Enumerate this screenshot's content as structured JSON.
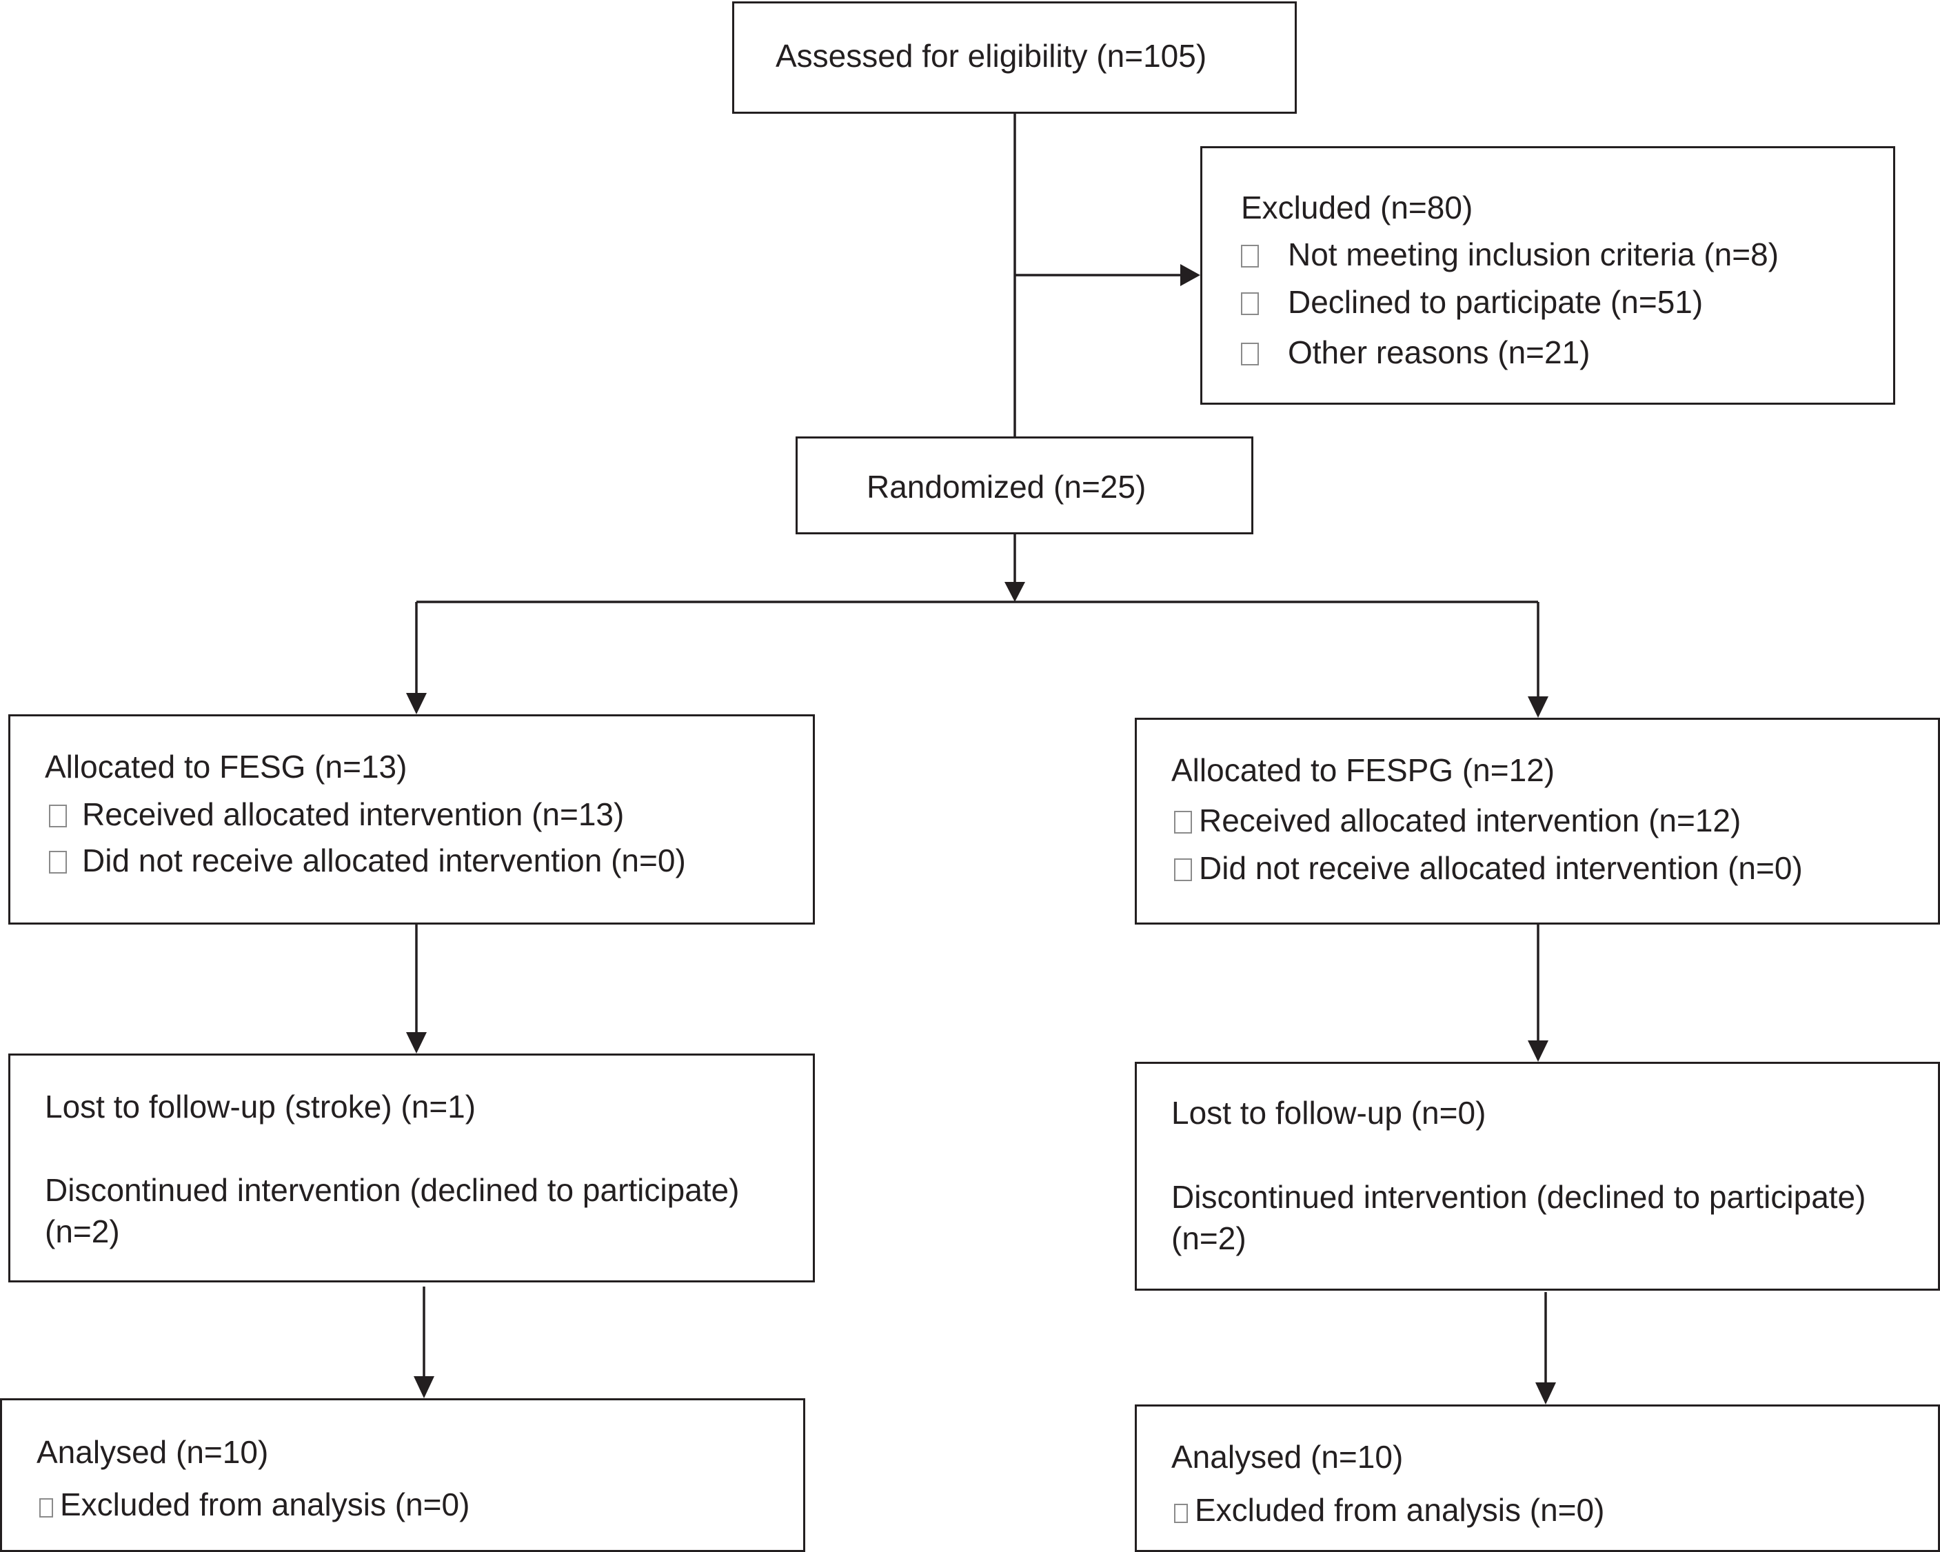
{
  "assessed": {
    "text": "Assessed for eligibility (n=105)"
  },
  "excluded": {
    "title": "Excluded (n=80)",
    "items": [
      "Not meeting inclusion criteria (n=8)",
      "Declined to participate (n=51)",
      "Other reasons (n=21)"
    ]
  },
  "randomized": {
    "text": "Randomized (n=25)"
  },
  "fesg": {
    "allocation": {
      "title": "Allocated to FESG (n=13)",
      "items": [
        "Received allocated intervention (n=13)",
        "Did not receive allocated intervention (n=0)"
      ]
    },
    "followup": {
      "lost": "Lost to follow-up (stroke) (n=1)",
      "discontinued": "Discontinued intervention (declined to participate) (n=2)"
    },
    "analysis": {
      "title": "Analysed  (n=10)",
      "items": [
        "Excluded from analysis (n=0)"
      ]
    }
  },
  "fespg": {
    "allocation": {
      "title": "Allocated to FESPG (n=12)",
      "items": [
        "Received allocated intervention (n=12)",
        "Did not receive allocated intervention (n=0)"
      ]
    },
    "followup": {
      "lost": "Lost to follow-up (n=0)",
      "discontinued": "Discontinued intervention (declined to participate) (n=2)"
    },
    "analysis": {
      "title": "Analysed  (n=10)",
      "items": [
        "Excluded from analysis  (n=0)"
      ]
    }
  }
}
